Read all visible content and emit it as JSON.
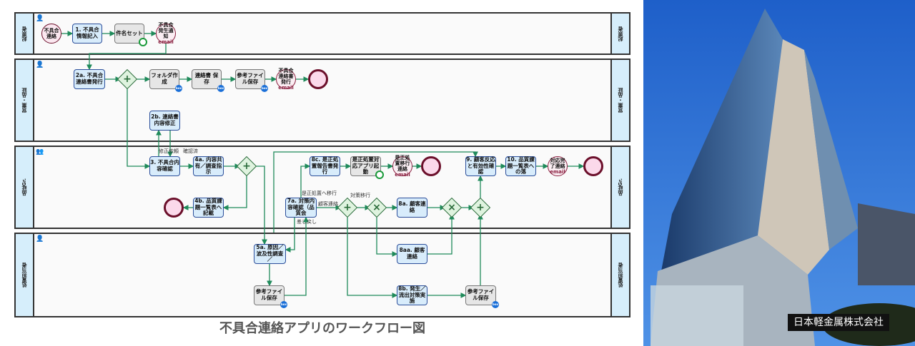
{
  "lanes": [
    {
      "label": "起票者",
      "actor": "person-icon"
    },
    {
      "label": "営業・品証",
      "actor": "person-icon"
    },
    {
      "label": "品証Gr.",
      "actor": "group-icon"
    },
    {
      "label": "処置担当者",
      "actor": "person-icon"
    }
  ],
  "nodes": [
    {
      "id": "s1",
      "kind": "start",
      "label": "不具合連絡"
    },
    {
      "id": "t1",
      "kind": "task",
      "label": "1. 不具合情報記入"
    },
    {
      "id": "t1s",
      "kind": "svc",
      "label": "件名セット",
      "badge": "app"
    },
    {
      "id": "e1",
      "kind": "email",
      "label": "不具合発生通知",
      "sub": "email"
    },
    {
      "id": "t2a",
      "kind": "task",
      "label": "2a. 不具合連絡書発行"
    },
    {
      "id": "g1",
      "kind": "gw-plus"
    },
    {
      "id": "f1",
      "kind": "svc",
      "label": "フォルダ作成",
      "badge": "box"
    },
    {
      "id": "f2",
      "kind": "svc",
      "label": "連絡書 保存",
      "badge": "box"
    },
    {
      "id": "f3",
      "kind": "svc",
      "label": "参考ファイル保存",
      "badge": "box"
    },
    {
      "id": "e2",
      "kind": "email",
      "label": "不具合連絡書発行",
      "sub": "email"
    },
    {
      "id": "end1",
      "kind": "end"
    },
    {
      "id": "t2b",
      "kind": "task",
      "label": "2b. 連絡書内容修正"
    },
    {
      "id": "t3",
      "kind": "task",
      "label": "3. 不具合内容確認"
    },
    {
      "id": "t4a",
      "kind": "task",
      "label": "4a. 内容共有／調査指示"
    },
    {
      "id": "g2",
      "kind": "gw-plus"
    },
    {
      "id": "t4b",
      "kind": "task",
      "label": "4b. 品質課題一覧表へ記載"
    },
    {
      "id": "end2",
      "kind": "end"
    },
    {
      "id": "t8c",
      "kind": "task",
      "label": "8c. 是正処置報告書発行"
    },
    {
      "id": "s8c",
      "kind": "svc",
      "label": "是正処置対応アプリ起動",
      "badge": "app"
    },
    {
      "id": "e3",
      "kind": "email",
      "label": "是正処置移行連絡",
      "sub": "email"
    },
    {
      "id": "end3",
      "kind": "end"
    },
    {
      "id": "t9",
      "kind": "task",
      "label": "9. 顧客反応と有効性確認"
    },
    {
      "id": "t10",
      "kind": "task",
      "label": "10. 品質課題一覧表への落"
    },
    {
      "id": "e4",
      "kind": "email",
      "label": "対応完了連絡",
      "sub": "email"
    },
    {
      "id": "end4",
      "kind": "end"
    },
    {
      "id": "t7a",
      "kind": "task",
      "label": "7a. 対策内容確認（品質会"
    },
    {
      "id": "g3",
      "kind": "gw-plus"
    },
    {
      "id": "g4",
      "kind": "gw-x"
    },
    {
      "id": "t8a",
      "kind": "task",
      "label": "8a. 顧客連絡"
    },
    {
      "id": "g5",
      "kind": "gw-x"
    },
    {
      "id": "g6",
      "kind": "gw-plus"
    },
    {
      "id": "t5a",
      "kind": "task",
      "label": "5a. 原因／波及性調査／"
    },
    {
      "id": "f4",
      "kind": "svc",
      "label": "参考ファイル保存",
      "badge": "box"
    },
    {
      "id": "t8aa",
      "kind": "task",
      "label": "8aa. 顧客連絡"
    },
    {
      "id": "t8b",
      "kind": "task",
      "label": "8b. 発生／流出対策実施"
    },
    {
      "id": "f5",
      "kind": "svc",
      "label": "参考ファイル保存",
      "badge": "box"
    }
  ],
  "edge_labels": {
    "fix_request": "修正依頼",
    "confirmed": "確認済",
    "to_corrective": "是正処置へ移行",
    "customer_contact": "顧客連絡",
    "countermeasure": "対策移行",
    "send_back": "差し戻し"
  },
  "caption": "不具合連絡アプリのワークフロー図",
  "photo": {
    "label": "日本軽金属株式会社"
  },
  "colors": {
    "edge": "#1f8a5a",
    "task": "#d8ecfb",
    "lane_header": "#d6eefb",
    "end_event": "#6b0f2a"
  }
}
